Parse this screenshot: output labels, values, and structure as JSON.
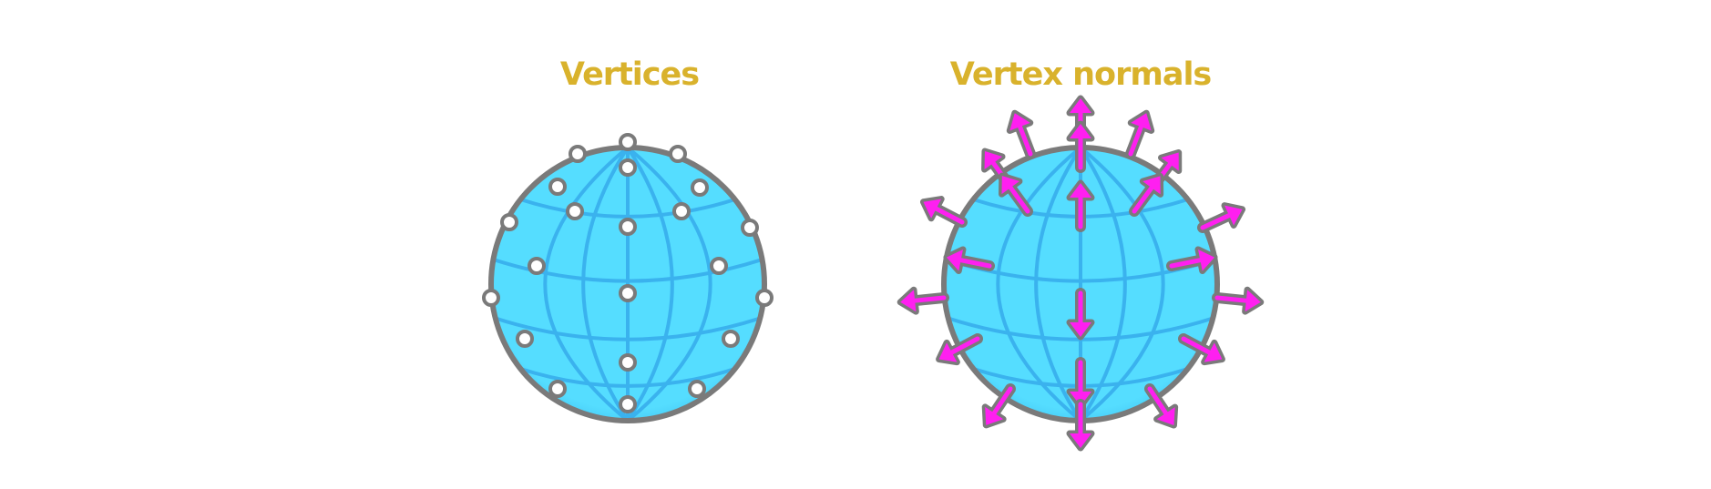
{
  "panels": {
    "left": {
      "title": "Vertices"
    },
    "right": {
      "title": "Vertex normals"
    }
  },
  "colors": {
    "title": "#D9B22C",
    "sphere_fill": "#55DDFF",
    "sphere_shade": "#3FC2F2",
    "grid_lines": "#3AB2EE",
    "outline": "#7A7A7A",
    "vertex_fill": "#FFFFFF",
    "normal_arrow": "#FF1FF0"
  },
  "icons": {
    "vertex_marker": "hollow-circle",
    "normal_marker": "arrow"
  }
}
